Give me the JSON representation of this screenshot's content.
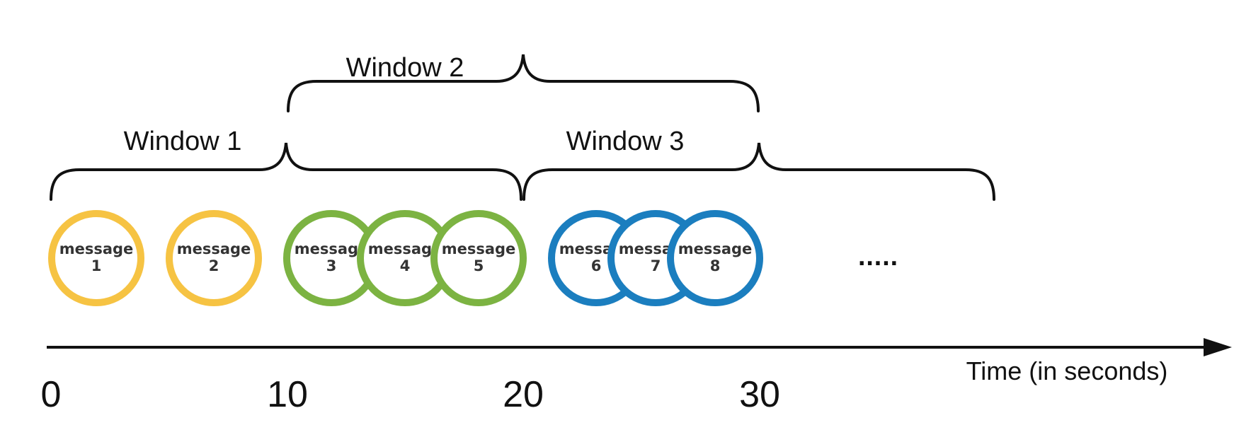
{
  "windows": [
    {
      "label": "Window 1"
    },
    {
      "label": "Window 2"
    },
    {
      "label": "Window 3"
    }
  ],
  "messages": [
    {
      "line1": "message",
      "line2": "1",
      "group": "window-1"
    },
    {
      "line1": "message",
      "line2": "2",
      "group": "window-1"
    },
    {
      "line1": "message",
      "line2": "3",
      "group": "window-2"
    },
    {
      "line1": "message",
      "line2": "4",
      "group": "window-2"
    },
    {
      "line1": "message",
      "line2": "5",
      "group": "window-2"
    },
    {
      "line1": "message",
      "line2": "6",
      "group": "window-3"
    },
    {
      "line1": "message",
      "line2": "7",
      "group": "window-3"
    },
    {
      "line1": "message",
      "line2": "8",
      "group": "window-3"
    }
  ],
  "ellipsis": ".....",
  "axis": {
    "label": "Time (in seconds)",
    "ticks": [
      "0",
      "10",
      "20",
      "30"
    ]
  },
  "colors": {
    "window-1": "#F6C343",
    "window-2": "#7CB342",
    "window-3": "#1B7EBF",
    "line": "#111111"
  }
}
